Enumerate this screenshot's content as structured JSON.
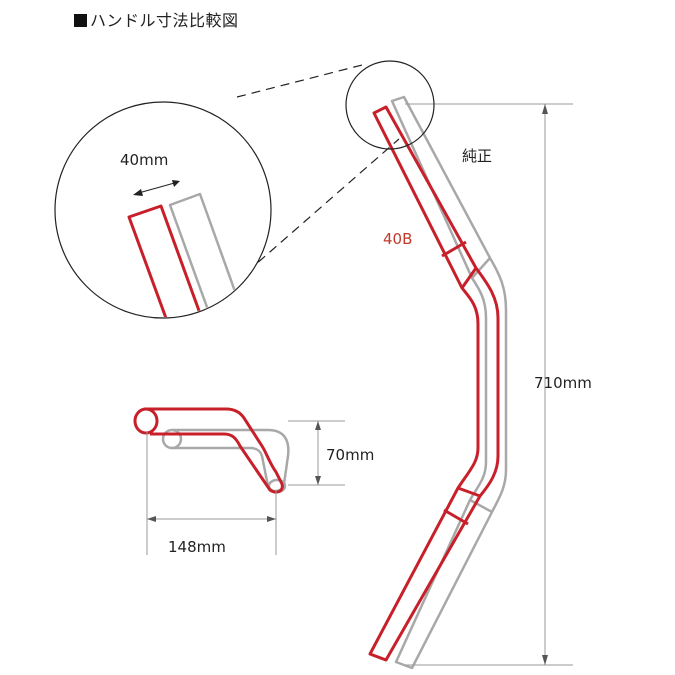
{
  "title": "ハンドル寸法比較図",
  "labels": {
    "stock": "純正",
    "model": "40B",
    "height": "710mm",
    "rise": "70mm",
    "pullback": "148mm",
    "offset": "40mm"
  },
  "colors": {
    "new_bar": "#c8202a",
    "stock_bar": "#a8a8a8",
    "dim_line": "#9a9a9a",
    "outline": "#222222"
  }
}
